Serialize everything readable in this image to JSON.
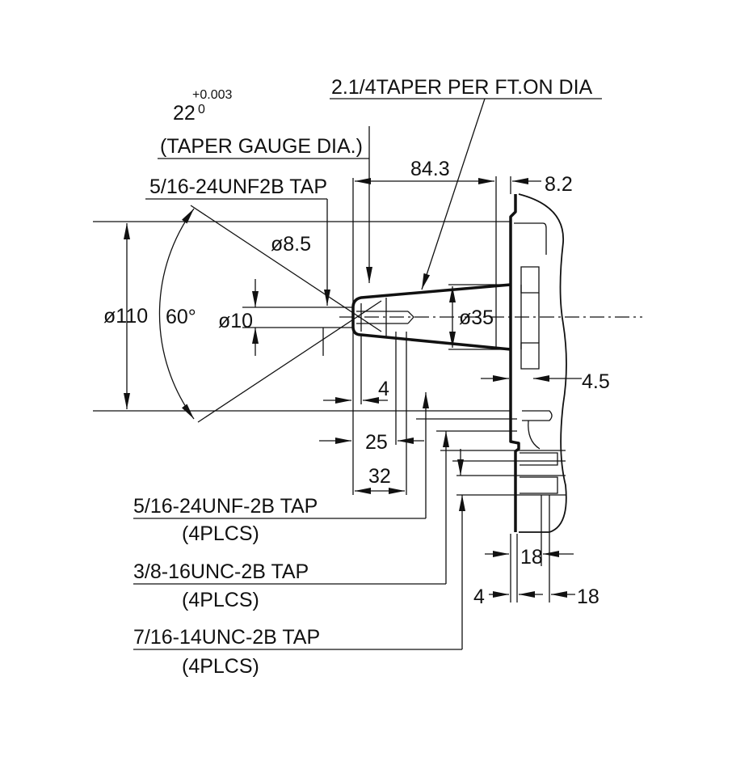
{
  "taper_note": "2.1/4TAPER PER FT.ON DIA",
  "gauge_dia": {
    "value": "22",
    "tol_upper": "+0.003",
    "tol_lower": "0",
    "label": "(TAPER GAUGE DIA.)"
  },
  "tap_end": "5/16-24UNF2B TAP",
  "dims": {
    "d110": "ø110",
    "angle": "60°",
    "d8_5": "ø8.5",
    "d10": "ø10",
    "d35": "ø35",
    "l84_3": "84.3",
    "l8_2": "8.2",
    "l4_5": "4.5",
    "l4a": "4",
    "l25": "25",
    "l32": "32",
    "l18a": "18",
    "l4b": "4",
    "l18b": "18"
  },
  "callouts": [
    {
      "tap": "5/16-24UNF-2B TAP",
      "qty": "(4PLCS)"
    },
    {
      "tap": "3/8-16UNC-2B TAP",
      "qty": "(4PLCS)"
    },
    {
      "tap": "7/16-14UNC-2B TAP",
      "qty": "(4PLCS)"
    }
  ]
}
